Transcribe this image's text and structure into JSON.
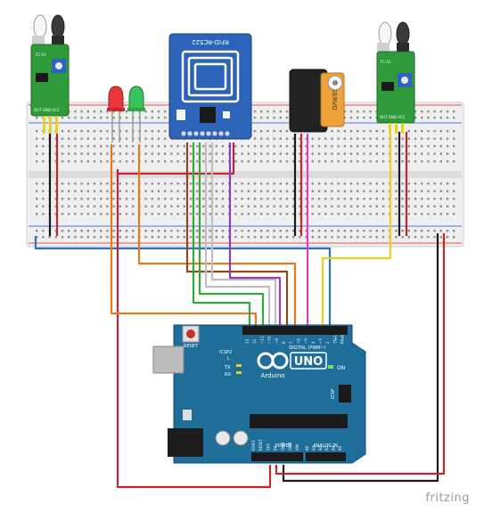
{
  "components": {
    "rfid": {
      "label": "RFID-RC522"
    },
    "servo": {
      "label": "SERVO"
    },
    "ir_left": {
      "label": "FC-51",
      "pins": "OUT GND VCC"
    },
    "ir_right": {
      "label": "FC-51",
      "pins": "OUT GND VCC"
    },
    "arduino": {
      "brand": "Arduino",
      "model": "UNO",
      "on_label": "ON",
      "reset_label": "RESET",
      "icsp_label": "ICSP",
      "icsp2_label": "ICSP2",
      "tx_label": "TX",
      "rx_label": "RX",
      "l_label": "L",
      "digital_label": "DIGITAL (PWM~)",
      "aref_label": "AREF",
      "power_label": "POWER",
      "analog_label": "ANALOG IN",
      "power_pins": [
        "IOREF",
        "RESET",
        "3V3",
        "5V",
        "GND",
        "GND",
        "VIN"
      ],
      "analog_pins": [
        "A0",
        "A1",
        "A2",
        "A3",
        "A4",
        "A5"
      ],
      "digital_pins": [
        "13",
        "12",
        "~11",
        "~10",
        "~9",
        "8",
        "7",
        "~6",
        "~5",
        "4",
        "~3",
        "2",
        "TX▸1",
        "RX◂0"
      ]
    }
  },
  "watermark": "fritzing",
  "colors": {
    "board": "#1f6e9a",
    "rfid": "#2d63b8",
    "ir_module": "#2e9a3a",
    "breadboard": "#f0f0f0",
    "wire_red": "#c1272d",
    "wire_black": "#1a1a1a",
    "wire_orange": "#e07b1f",
    "wire_green": "#3aa53a",
    "wire_purple": "#8a3fbf",
    "wire_yellow": "#e8d21f",
    "wire_blue": "#2e6ec4",
    "wire_magenta": "#d640c8",
    "wire_brown": "#8b4a1e",
    "wire_white": "#dddddd"
  }
}
